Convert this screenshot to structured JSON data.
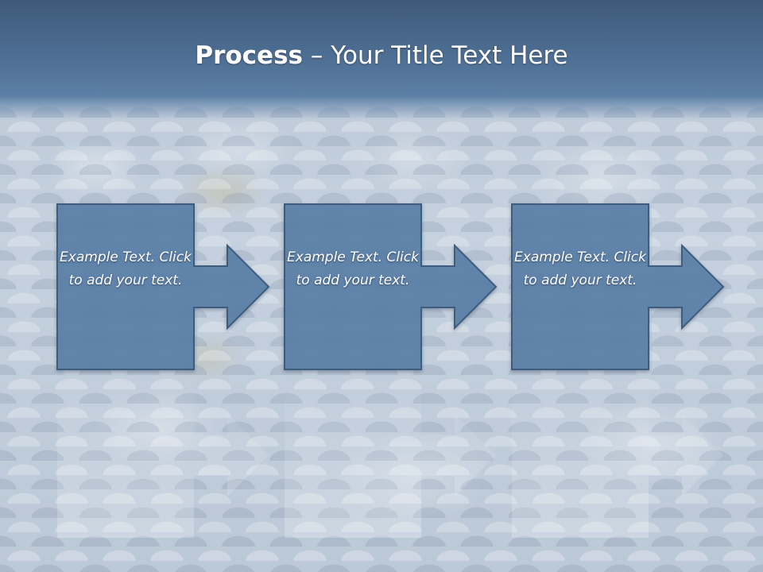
{
  "slide": {
    "title_bold": "Process",
    "title_rest": " – Your Title Text Here"
  },
  "steps": [
    {
      "text": "Example Text. Click  to add your text."
    },
    {
      "text": "Example Text. Click  to add your text."
    },
    {
      "text": "Example Text. Click  to add your text."
    }
  ],
  "colors": {
    "header": "#4d6d92",
    "box_fill": "#5b80a8",
    "box_stroke": "#3d5c7e",
    "text": "#ffffff"
  }
}
